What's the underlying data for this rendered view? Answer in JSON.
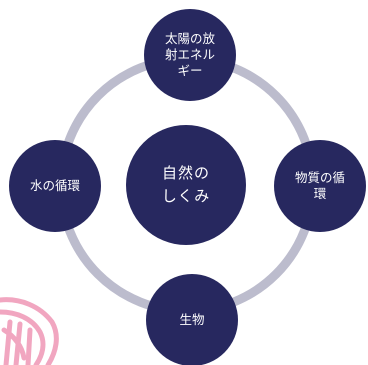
{
  "diagram": {
    "center": {
      "label": "自然の\nしくみ"
    },
    "nodes": {
      "top": {
        "label": "太陽の放\n射エネル\nギー"
      },
      "right": {
        "label": "物質の循\n環"
      },
      "bottom": {
        "label": "生物"
      },
      "left": {
        "label": "水の循環"
      }
    },
    "colors": {
      "node_fill": "#27285f",
      "ring": "#bcbccd",
      "text": "#ffffff",
      "decoration": "#f1a6c0"
    }
  }
}
